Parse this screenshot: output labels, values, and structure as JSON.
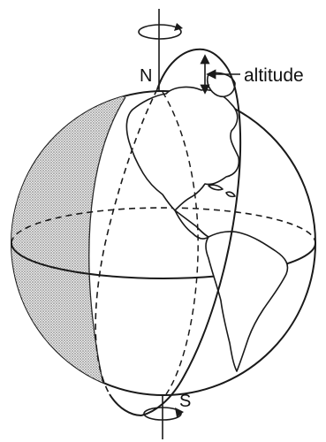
{
  "labels": {
    "north": "N",
    "south": "S",
    "orbit": "altitude"
  },
  "colors": {
    "ink": "#1a1a1a",
    "globe_fill": "#ffffff",
    "shadow": "#9a9a9a",
    "land_fill": "#ffffff",
    "background": "#ffffff"
  }
}
